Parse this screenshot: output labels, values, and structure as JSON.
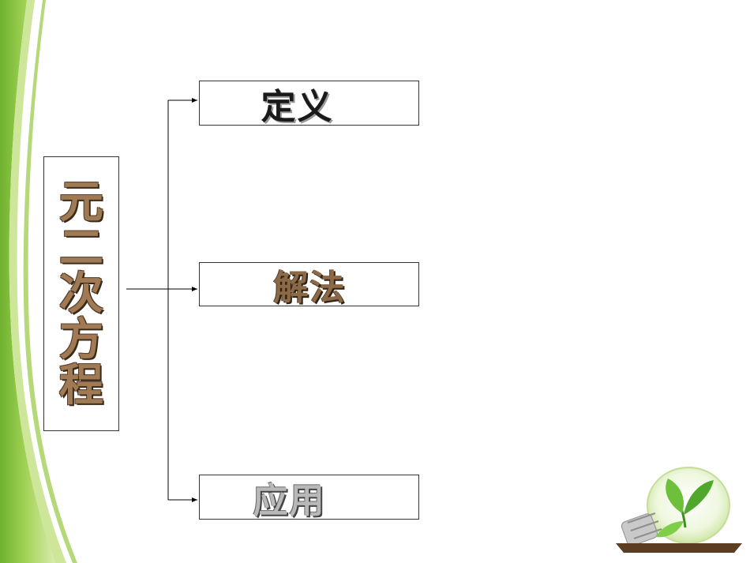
{
  "root": {
    "label_chars": [
      "元",
      "二",
      "次",
      "方",
      "程"
    ]
  },
  "branches": [
    {
      "label": "定义"
    },
    {
      "label": "解法"
    },
    {
      "label": "应用"
    }
  ],
  "colors": {
    "green_stripe": "#8cc63f",
    "light_green": "#c8e28c",
    "box_border": "#333333",
    "connector": "#000000"
  },
  "icons": [
    "leaf-icon"
  ]
}
